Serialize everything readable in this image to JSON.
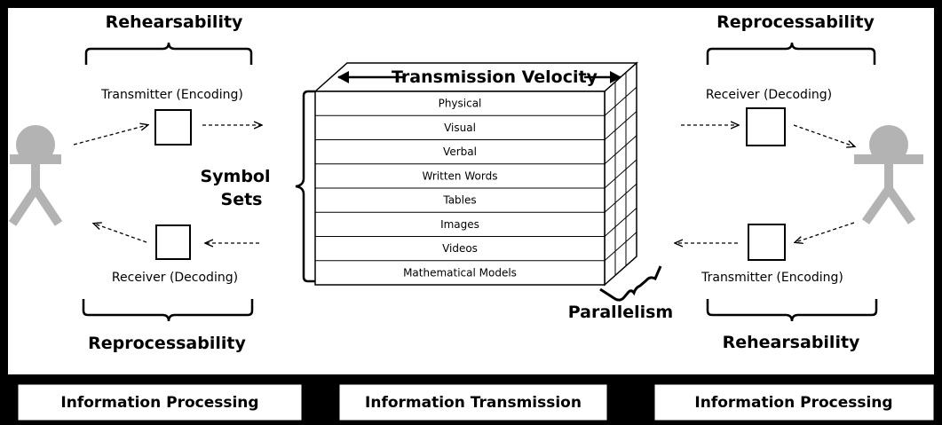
{
  "top_left_label": "Rehearsability",
  "top_right_label": "Reprocessability",
  "bottom_left_label": "Reprocessability",
  "bottom_right_label": "Rehearsability",
  "left_transmitter": "Transmitter (Encoding)",
  "left_receiver": "Receiver (Decoding)",
  "right_receiver": "Receiver (Decoding)",
  "right_transmitter": "Transmitter (Encoding)",
  "symbol_sets": [
    "Symbol",
    "Sets"
  ],
  "transmission_velocity": "Transmission Velocity",
  "parallelism": "Parallelism",
  "layers": [
    "Physical",
    "Visual",
    "Verbal",
    "Written Words",
    "Tables",
    "Images",
    "Videos",
    "Mathematical Models"
  ],
  "footer": [
    "Information Processing",
    "Information Transmission",
    "Information Processing"
  ],
  "colors": {
    "figure": "#b3b3b3",
    "frame": "#000000",
    "panel": "#ffffff"
  }
}
